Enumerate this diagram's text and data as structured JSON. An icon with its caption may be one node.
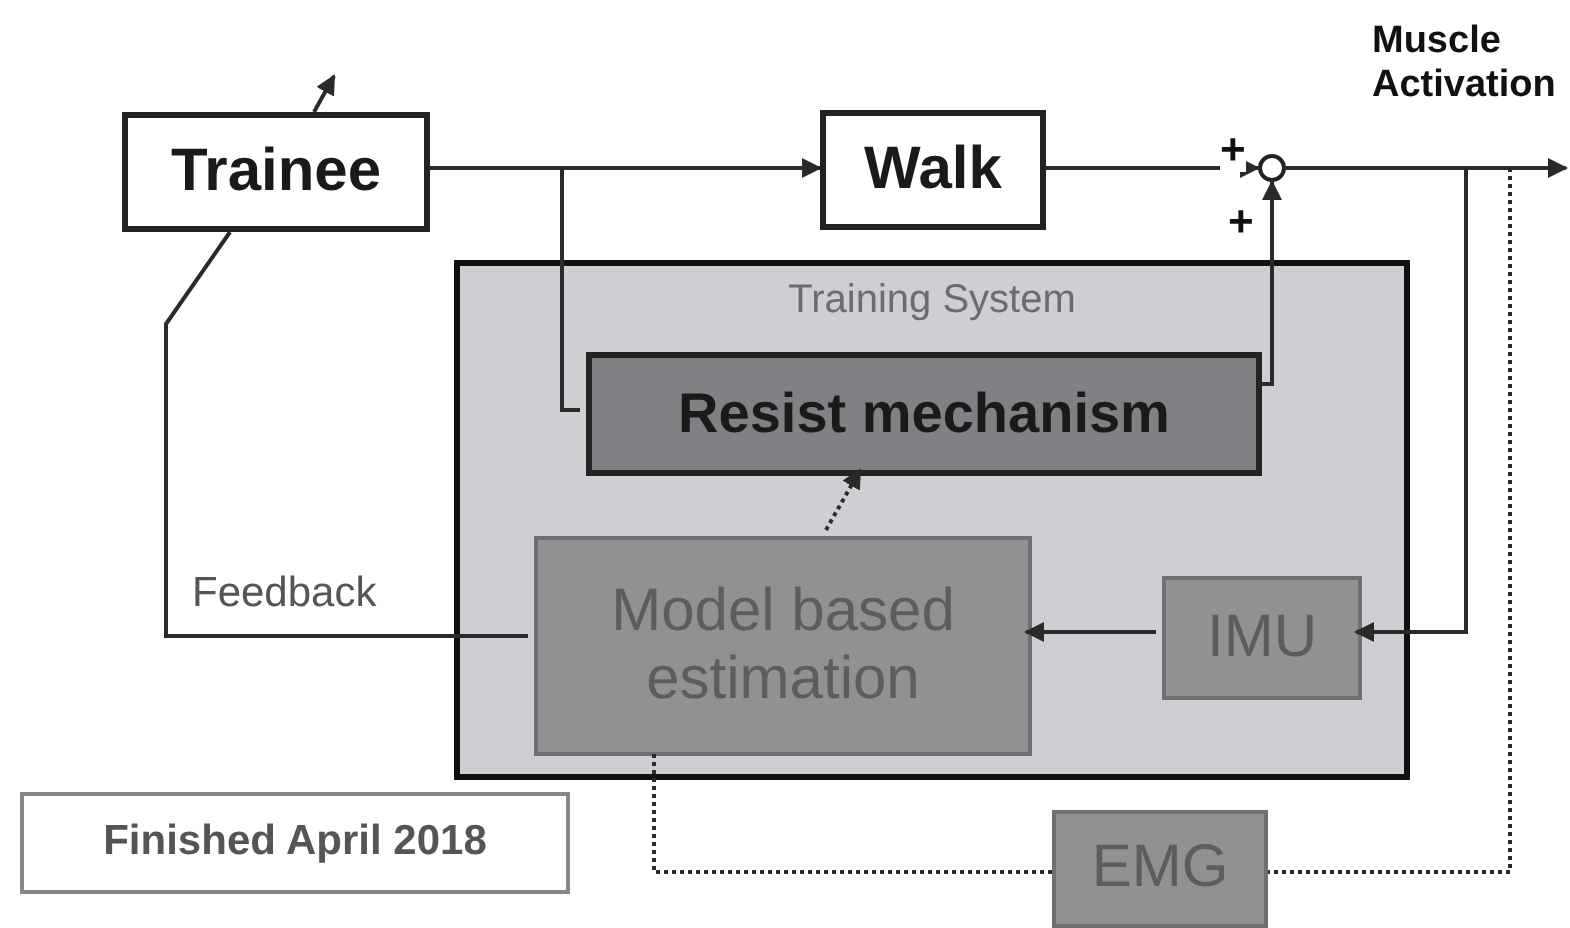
{
  "diagram": {
    "nodes": [
      {
        "text": [
          "Trainee"
        ]
      },
      {
        "text": [
          "Walk"
        ]
      },
      {
        "text": [],
        "shape": "circle"
      },
      {
        "text": [
          "Training System"
        ]
      },
      {
        "text": [
          "Resist mechanism"
        ],
        "in": 3
      },
      {
        "text": [
          "Model based estimation"
        ],
        "in": 3
      },
      {
        "text": [
          "IMU"
        ],
        "in": 3
      },
      {
        "text": [
          "EMG"
        ]
      },
      {
        "text": [
          "Finished April 2018"
        ]
      }
    ],
    "edges": [
      {
        "from": 0,
        "to": 1,
        "arrow": "to"
      },
      {
        "from": 0,
        "to": 4,
        "arrow": "none"
      },
      {
        "from": 1,
        "to": 2,
        "arrow": "to",
        "label": "+"
      },
      {
        "from": 4,
        "to": 2,
        "arrow": "to",
        "label": "+"
      },
      {
        "from": 2,
        "to": null,
        "arrow": "to"
      },
      {
        "from": 2,
        "to": 6,
        "arrow": "to"
      },
      {
        "from": 2,
        "to": 7,
        "arrow": "none",
        "style": "dashed"
      },
      {
        "from": 7,
        "to": 5,
        "arrow": "none",
        "style": "dashed"
      },
      {
        "from": 6,
        "to": 5,
        "arrow": "to"
      },
      {
        "from": 5,
        "to": 4,
        "arrow": "to",
        "style": "dashed"
      },
      {
        "from": 5,
        "to": 0,
        "arrow": "none",
        "label": "Feedback"
      },
      {
        "from": 0,
        "to": null,
        "arrow": "to"
      }
    ],
    "labels": [
      "Muscle Activation"
    ]
  }
}
